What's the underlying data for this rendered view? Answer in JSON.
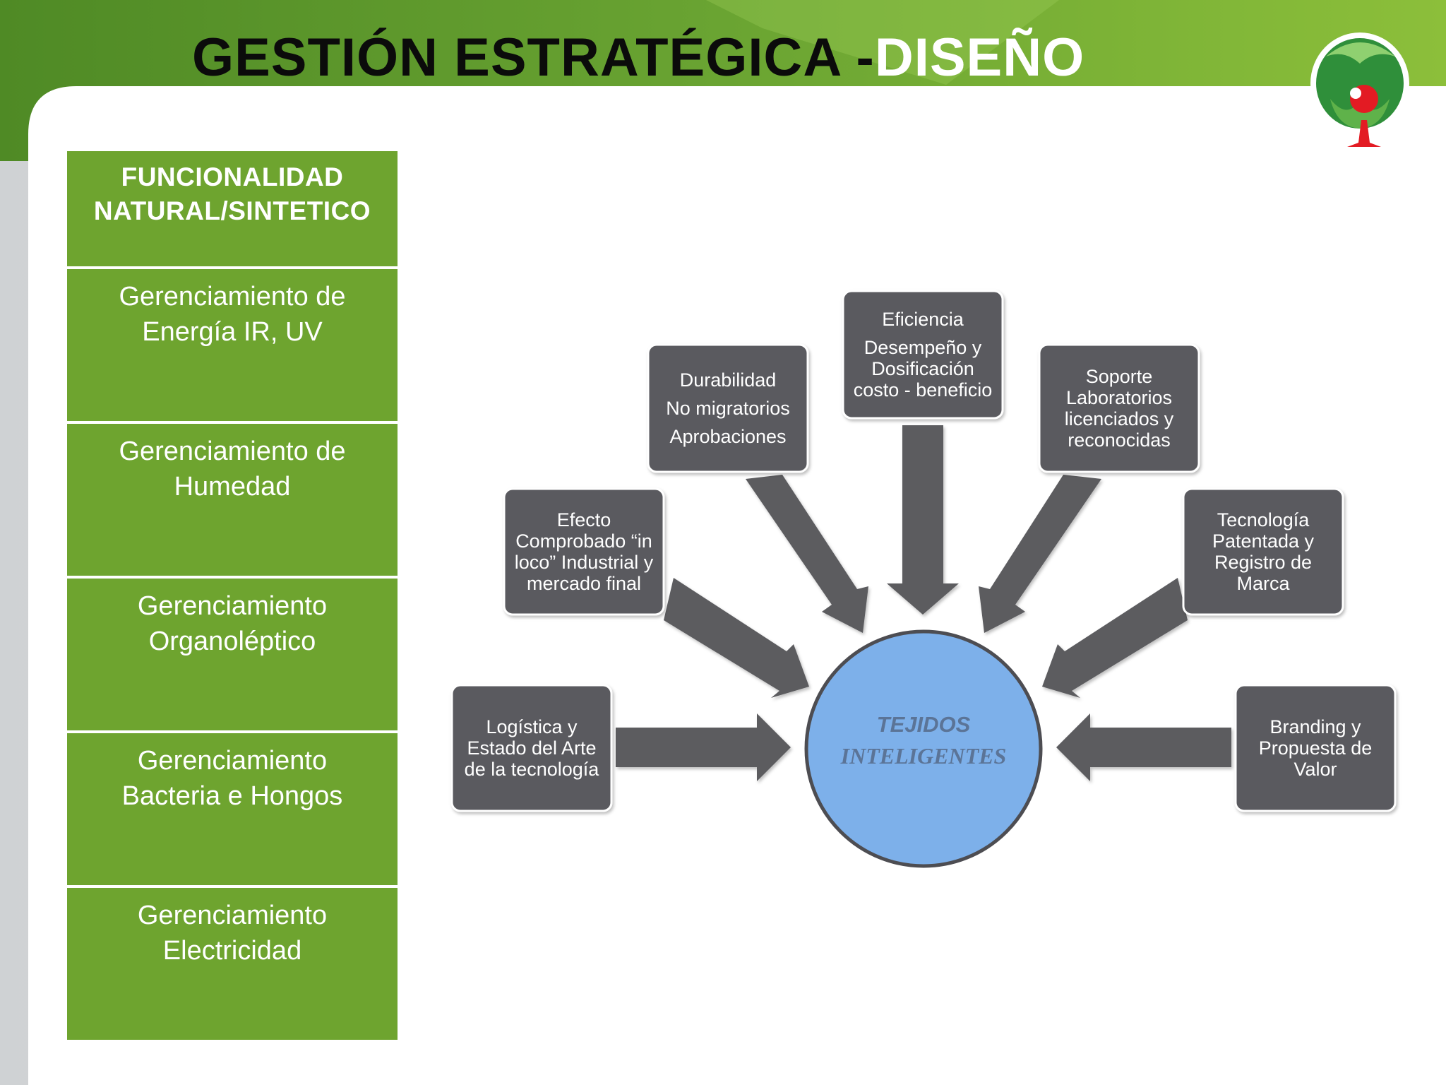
{
  "header": {
    "title_part1": "GESTIÓN ESTRATÉGICA -",
    "title_part2": "DISEÑO"
  },
  "left_column": {
    "header_lines": [
      "FUNCIONALIDAD",
      "NATURAL/SINTETICO"
    ],
    "items": [
      {
        "line1": "Gerenciamiento de",
        "line2": "Energía  IR, UV"
      },
      {
        "line1": "Gerenciamiento de",
        "line2": "Humedad"
      },
      {
        "line1": "Gerenciamiento",
        "line2": "Organoléptico"
      },
      {
        "line1": "Gerenciamiento",
        "line2": "Bacteria e Hongos"
      },
      {
        "line1": "Gerenciamiento",
        "line2": "Electricidad"
      }
    ]
  },
  "diagram": {
    "center_lines": [
      "TEJIDOS",
      "INTELIGENTES"
    ],
    "boxes": {
      "logistica": [
        "Logística  y",
        "Estado del Arte",
        "de la tecnología"
      ],
      "efecto": [
        "Efecto",
        "Comprobado  “in",
        "loco” Industrial  y",
        "mercado  final"
      ],
      "durabilidad": [
        "Durabilidad",
        "No migratorios",
        "Aprobaciones"
      ],
      "eficiencia": [
        "Eficiencia",
        "Desempeño  y",
        "Dosificación",
        "costo - beneficio"
      ],
      "soporte": [
        "Soporte",
        "Laboratorios",
        "licenciados  y",
        "reconocidas"
      ],
      "tecnologia": [
        "Tecnología",
        "Patentada  y",
        "Registro  de",
        "Marca"
      ],
      "branding": [
        "Branding  y",
        "Propuesta de",
        "Valor"
      ]
    }
  },
  "colors": {
    "green": "#6ea42f",
    "box_gray": "#5a5a5e",
    "arrow_gray": "#5b5b5f",
    "circle_blue": "#7db0ea"
  }
}
